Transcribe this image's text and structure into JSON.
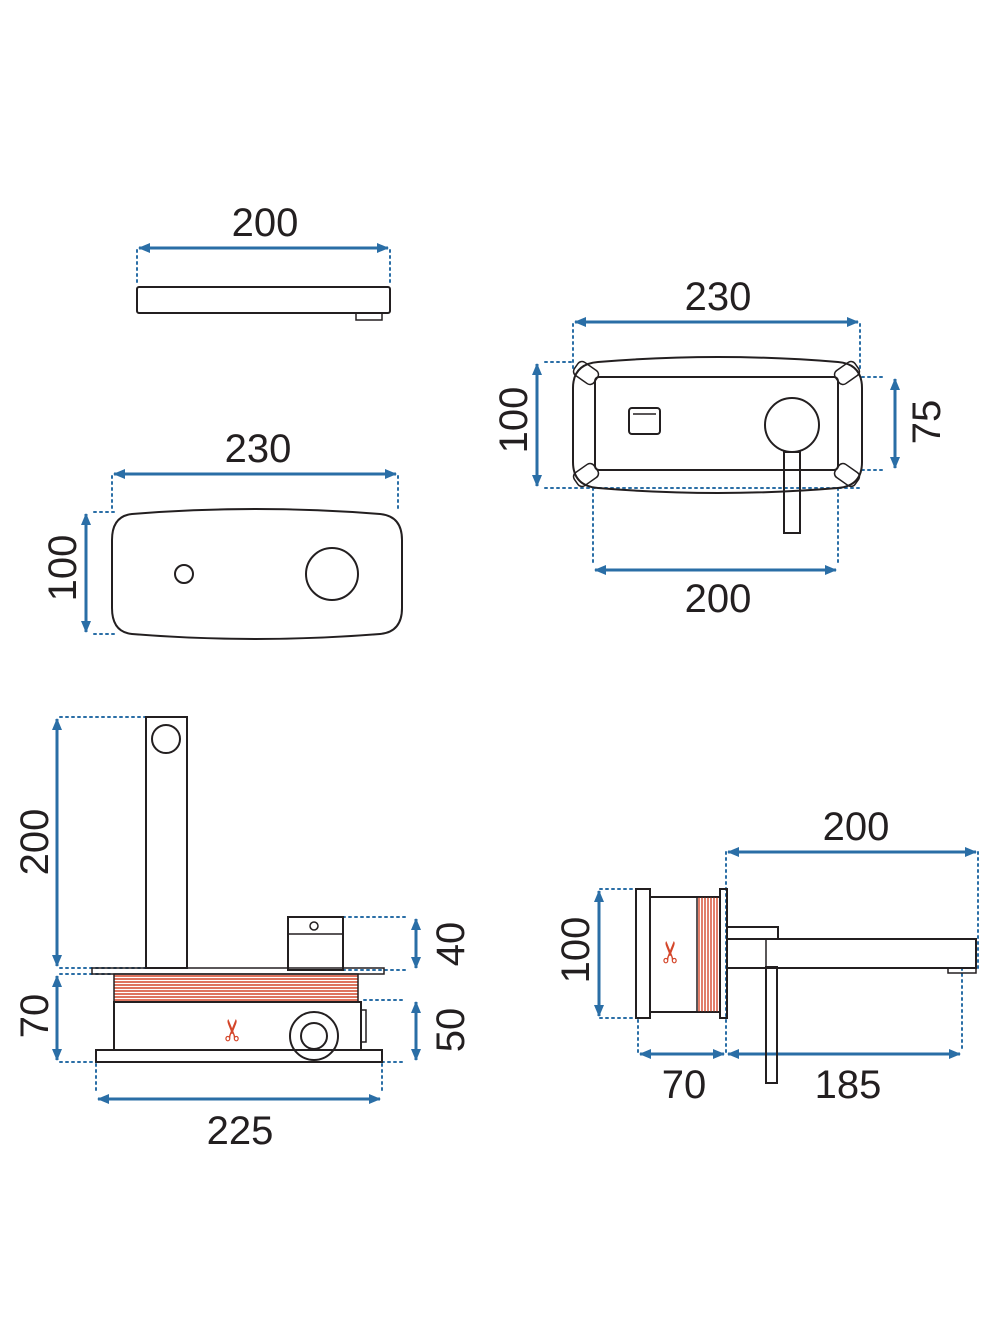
{
  "colors": {
    "dimension": "#2a6ea6",
    "outline": "#231f20",
    "thread": "#d4462a",
    "background": "#ffffff"
  },
  "icons": {
    "cut": "scissors-icon"
  },
  "views": {
    "plate_side": {
      "width_label": "200"
    },
    "plate_front": {
      "width_label": "230",
      "height_label": "100"
    },
    "top_view": {
      "width_label": "230",
      "left_height_label": "100",
      "right_height_label": "75",
      "bottom_width_label": "200"
    },
    "box_front": {
      "spout_height_label": "200",
      "cartridge_label": "40",
      "box_height_label": "70",
      "body_label": "50",
      "base_width_label": "225",
      "cut_icon": "✂"
    },
    "side_view": {
      "spout_length_label": "200",
      "height_label": "100",
      "depth_label": "70",
      "projection_label": "185",
      "cut_icon": "✂"
    }
  }
}
